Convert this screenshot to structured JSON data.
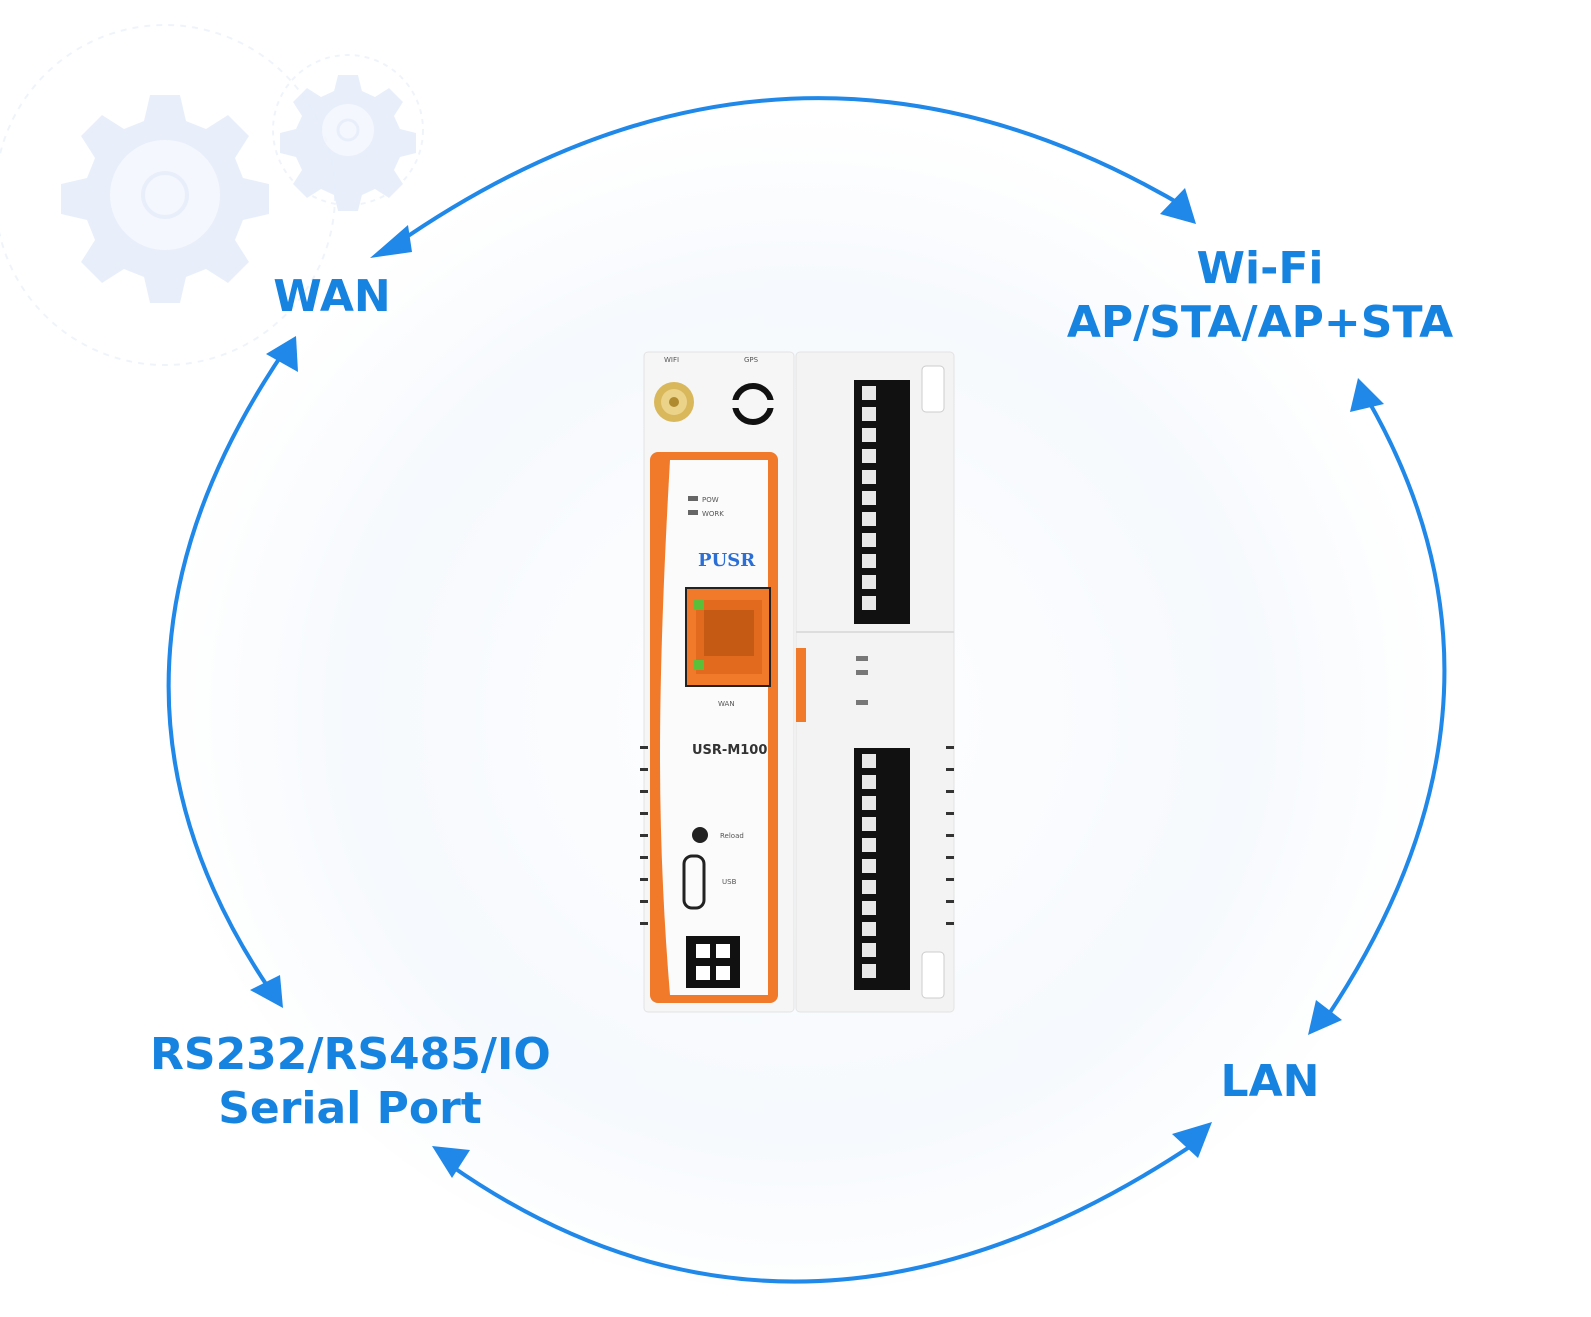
{
  "labels": {
    "wan": "WAN",
    "wifi_line1": "Wi-Fi",
    "wifi_line2": "AP/STA/AP+STA",
    "lan": "LAN",
    "serial_line1": "RS232/RS485/IO",
    "serial_line2": "Serial Port"
  },
  "device": {
    "brand": "PUSR",
    "model": "USR-M100",
    "led_pow": "POW",
    "led_work": "WORK",
    "port_wan": "WAN",
    "reload": "Reload",
    "usb": "USB",
    "antenna_wifi": "WIFI",
    "antenna_gps": "GPS"
  },
  "colors": {
    "accent": "#1683e0",
    "arrow": "#1f88e8",
    "device_orange": "#f07a2a",
    "gear": "#e6eefb"
  }
}
